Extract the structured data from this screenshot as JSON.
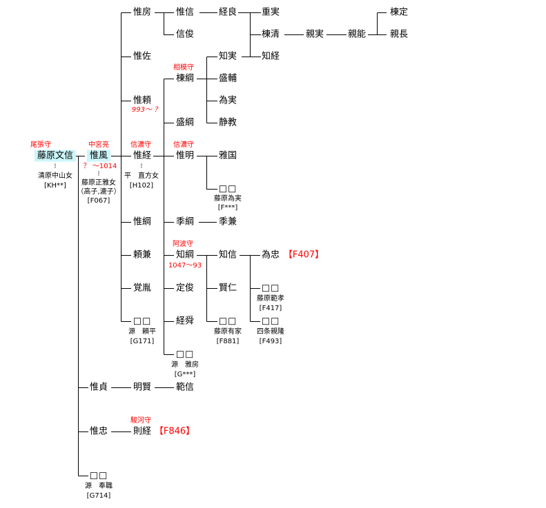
{
  "root": {
    "name": "藤原文信",
    "title": "尾張守",
    "wife_mark": "⁝",
    "wife": "清原中山女",
    "wife_ref": "[KH**]"
  },
  "korekaze": {
    "name": "惟風",
    "title": "中宮亮",
    "dates": "？ ～1014",
    "wife_mark": "⁝",
    "wife": "藤原正雅女",
    "wife_alias": "（高子,漉子）",
    "wife_ref": "[F067]"
  },
  "col1": {
    "korefusa": "惟房",
    "koresuke": "惟佐",
    "koreyori": "惟頼",
    "koreyori_dates": "993～ ？",
    "koretsune": "惟経",
    "koretsune_title": "信濃守",
    "koretsune_wife_mark": "⁝",
    "koretsune_wife": "平　直方女",
    "koretsune_wife_ref": "[H102]",
    "koretsuna": "惟綱",
    "yorikane": "頼兼",
    "kakuin": "覚胤",
    "unknown": "□□",
    "unknown_note": "源　頼平",
    "unknown_ref": "[G171]"
  },
  "col2": {
    "korenobu": "惟信",
    "nobutoshi": "信俊",
    "munetsuna": "棟綱",
    "munetsuna_title": "相模守",
    "moritsuna": "盛綱",
    "koreaki": "惟明",
    "koreaki_title": "信濃守",
    "suetsuna": "季綱",
    "tomotsuna": "知綱",
    "tomotsuna_title": "阿波守",
    "tomotsuna_dates": "1047～93",
    "sadatoshi": "定俊",
    "keishun": "経舜",
    "unknown": "□□",
    "unknown_note": "源　雅房",
    "unknown_ref": "[G***]"
  },
  "col3": {
    "tsuneyoshi": "経良",
    "tomozane": "知実",
    "morisuke": "盛輔",
    "tamezane": "為実",
    "seikyo": "静教",
    "masakuni": "雅国",
    "unknown1": "□□",
    "unknown1_note": "藤原為実",
    "unknown1_ref": "[F***]",
    "suekane": "季兼",
    "tomonobu": "知信",
    "kenjin": "賢仁",
    "unknown2": "□□",
    "unknown2_note": "藤原有家",
    "unknown2_ref": "[F881]"
  },
  "col4": {
    "shigezane": "重実",
    "munekiyo": "棟清",
    "tomotsune": "知経",
    "tametada": "為忠",
    "tametada_ref": "【F407】",
    "unknown1": "□□",
    "unknown1_note": "藤原範孝",
    "unknown1_ref": "[F417]",
    "unknown2": "□□",
    "unknown2_note": "四条親隆",
    "unknown2_ref": "[F493]"
  },
  "col5": {
    "chikazane": "親実",
    "chikayoshi": "親能",
    "munesada": "棟定",
    "chikanaga": "親長"
  },
  "lower": {
    "koresada": "惟貞",
    "meiken": "明賢",
    "norinobu": "範信",
    "koretada": "惟忠",
    "noritsune": "則経",
    "noritsune_title": "駿河守",
    "noritsune_ref": "【F846】",
    "unknown": "□□",
    "unknown_note": "源　奉職",
    "unknown_ref": "[G714]"
  }
}
